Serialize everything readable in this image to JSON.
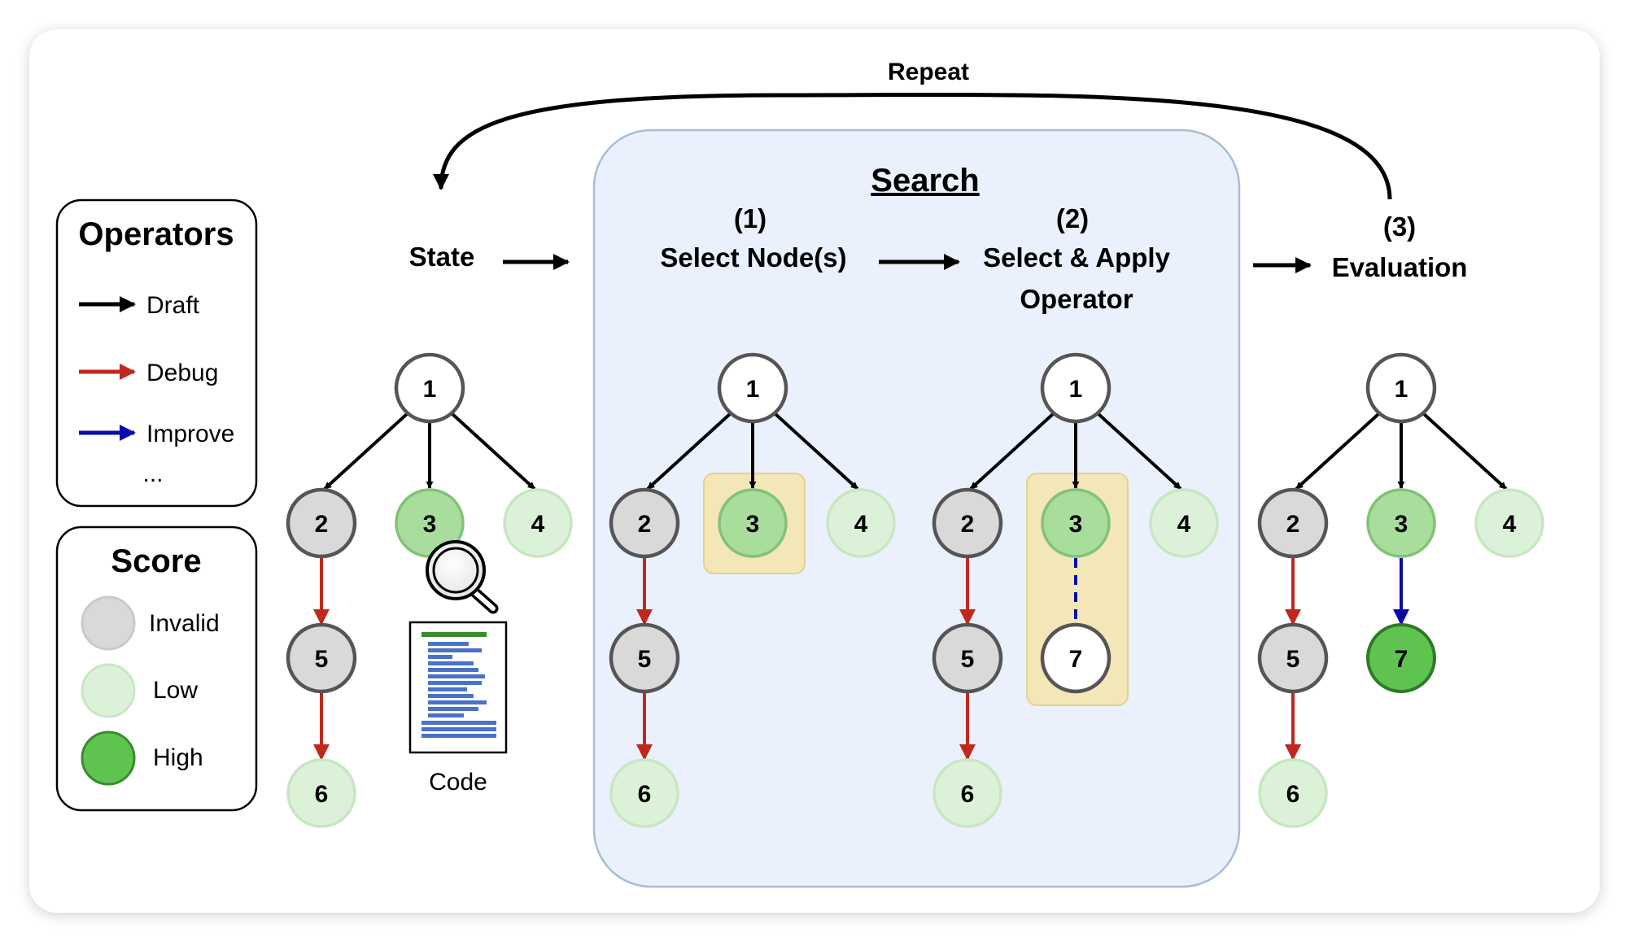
{
  "repeat_label": "Repeat",
  "search_title": "Search",
  "legend": {
    "operators": {
      "title": "Operators",
      "items": [
        {
          "label": "Draft",
          "color": "#000000"
        },
        {
          "label": "Debug",
          "color": "#c0281e"
        },
        {
          "label": "Improve",
          "color": "#0a0aa8"
        }
      ],
      "more": "..."
    },
    "score": {
      "title": "Score",
      "items": [
        {
          "label": "Invalid",
          "color": "#d9d9d9"
        },
        {
          "label": "Low",
          "color": "#dcf2d8"
        },
        {
          "label": "High",
          "color": "#5fc44f"
        }
      ]
    }
  },
  "stages": {
    "state": {
      "label": "State"
    },
    "select": {
      "number": "(1)",
      "label": "Select Node(s)"
    },
    "apply": {
      "number": "(2)",
      "label_line1": "Select & Apply",
      "label_line2": "Operator"
    },
    "evaluation": {
      "number": "(3)",
      "label": "Evaluation"
    }
  },
  "code_label": "Code",
  "node_labels": {
    "n1": "1",
    "n2": "2",
    "n3": "3",
    "n4": "4",
    "n5": "5",
    "n6": "6",
    "n7": "7"
  }
}
